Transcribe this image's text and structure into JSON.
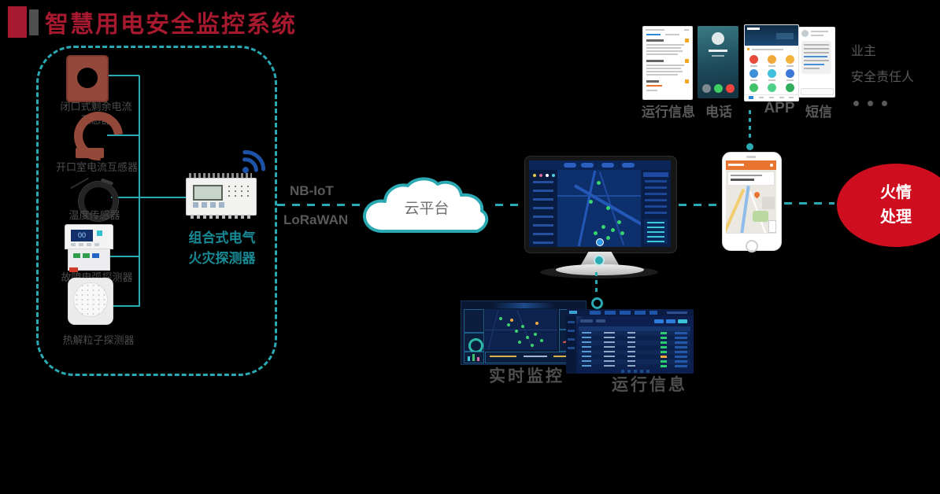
{
  "title": "智慧用电安全监控系统",
  "sensors": {
    "items": [
      {
        "label": "闭口式剩余电流\n互感器"
      },
      {
        "label": "开口室电流互感器"
      },
      {
        "label": "温度传感器"
      },
      {
        "label": "故障电弧探测器"
      },
      {
        "label": "热解粒子探测器"
      }
    ],
    "arc_display": "00",
    "detector_label": "组合式电气\n火灾探测器"
  },
  "network": {
    "protocol_top": "NB-IoT",
    "protocol_bottom": "LoRaWAN",
    "cloud_label": "云平台"
  },
  "notify": {
    "apps": [
      {
        "label": "运行信息"
      },
      {
        "label": "电话"
      },
      {
        "label": "APP"
      },
      {
        "label": "短信"
      }
    ],
    "recipient_line1": "业主",
    "recipient_line2": "安全责任人"
  },
  "outcome": {
    "label": "火情\n处理"
  },
  "screens": {
    "left_label": "实时监控",
    "right_label": "运行信息"
  },
  "icons": {
    "wifi": "wifi-signal",
    "cloud": "cloud-platform",
    "monitor": "desktop-monitor",
    "phone": "smartphone",
    "more": "ellipsis-dots"
  },
  "colors": {
    "teal": "#2AA9B2",
    "title_red": "#A6192E",
    "alert_red": "#CE0E1E",
    "gray_text": "#595959",
    "wifi_blue": "#1E52A8",
    "detector_teal": "#178A96"
  }
}
